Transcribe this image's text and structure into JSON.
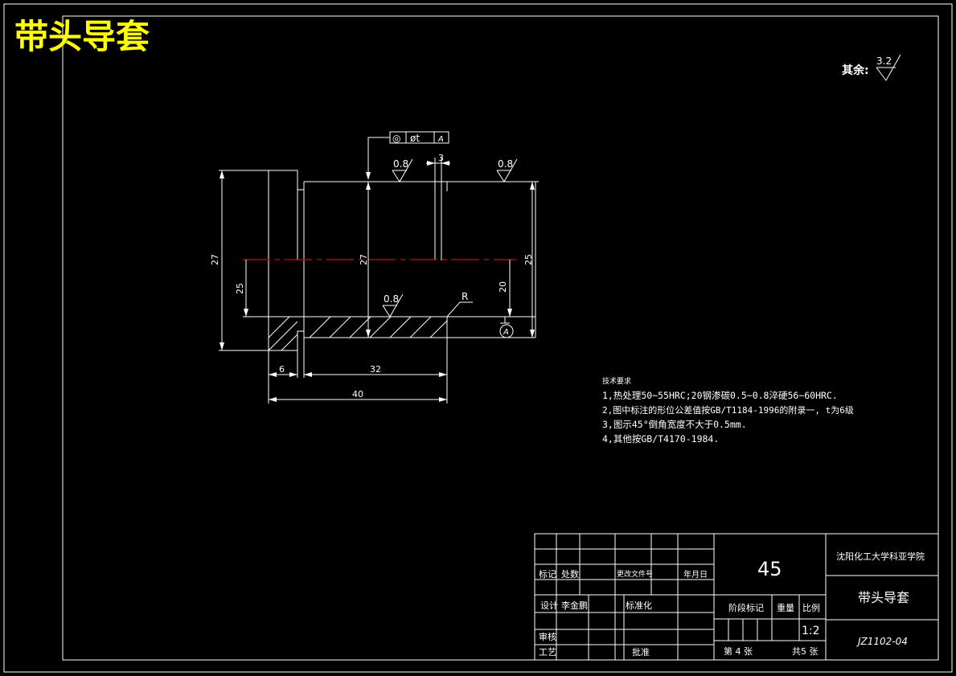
{
  "title": "带头导套",
  "roughness_note": {
    "label": "其余:",
    "value": "3.2"
  },
  "gdt": {
    "symbol": "◎",
    "tolerance": "øt",
    "datum": "A"
  },
  "roughness_marks": [
    "0.8",
    "0.8",
    "0.8"
  ],
  "dimensions": {
    "slot_width": "3",
    "left_height": "27",
    "left_inner": "25",
    "mid_height": "27",
    "right_height": "25",
    "inner_20": "20",
    "flange_width": "6",
    "body_length": "32",
    "total_length": "40",
    "radius": "R",
    "datum_label": "A"
  },
  "technical_requirements": {
    "heading": "技术要求",
    "items": [
      "1,热处理50~55HRC;20钢渗碳0.5~0.8淬硬56~60HRC.",
      "2,图中标注的形位公差值按GB/T1184-1996的附录一, t为6级",
      "3,图示45°倒角宽度不大于0.5mm.",
      "4,其他按GB/T4170-1984."
    ]
  },
  "title_block": {
    "material": "45",
    "school": "沈阳化工大学科亚学院",
    "part_name": "带头导套",
    "drawing_no": "JZ1102-04",
    "row_marks": {
      "mark": "标记",
      "count": "处数",
      "change_doc": "更改文件号",
      "date": "年月日"
    },
    "design": "设计",
    "designer": "李金鹏",
    "standardize": "标准化",
    "review": "审核",
    "process": "工艺",
    "approve": "批准",
    "stage_mark": "阶段标记",
    "weight": "重量",
    "scale_label": "比例",
    "scale": "1:2",
    "sheet": "第 4 张",
    "total": "共5 张"
  }
}
